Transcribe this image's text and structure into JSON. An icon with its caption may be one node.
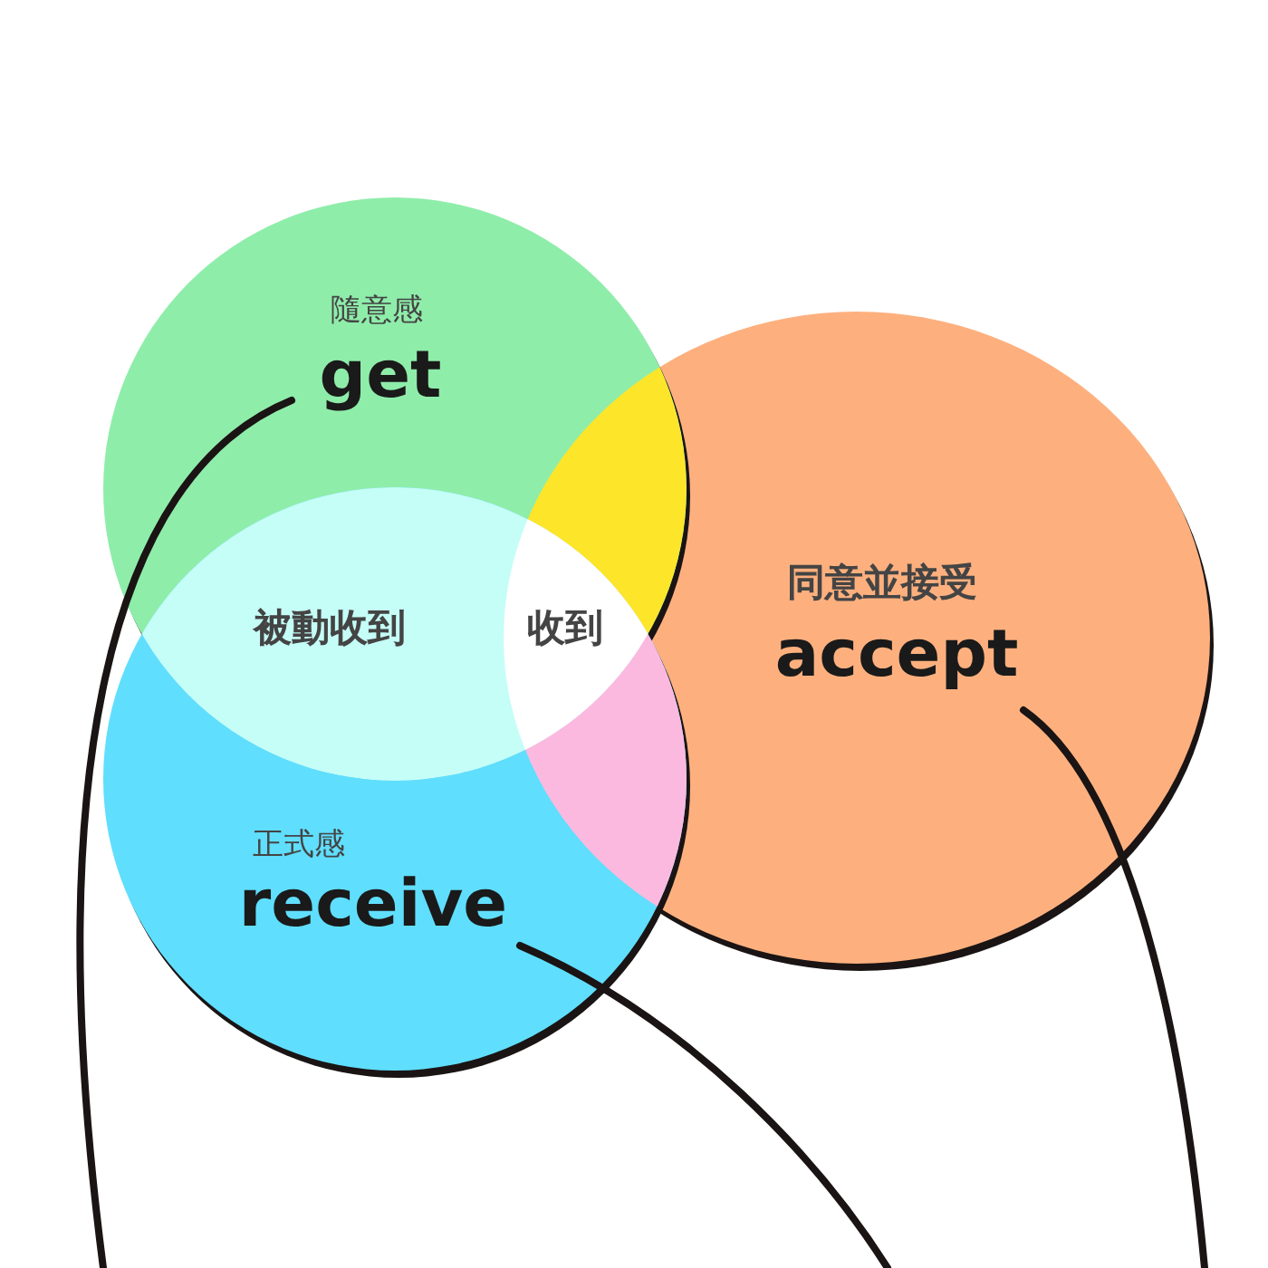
{
  "diagram": {
    "nodes": [
      {
        "text": [
          "隨意感",
          "get"
        ]
      },
      {
        "text": [
          "同意並接受",
          "accept"
        ]
      },
      {
        "text": [
          "正式感",
          "receive"
        ]
      },
      {
        "text": [
          "被動收到"
        ]
      },
      {
        "text": [
          "收到"
        ]
      }
    ],
    "edges": [
      {
        "from": 0,
        "to": null,
        "arrow": "none"
      },
      {
        "from": 1,
        "to": null,
        "arrow": "none"
      },
      {
        "from": 2,
        "to": null,
        "arrow": "none"
      }
    ]
  }
}
